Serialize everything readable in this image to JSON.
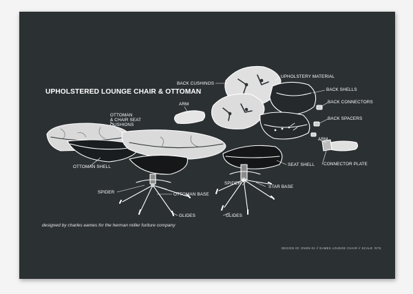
{
  "poster": {
    "title": "UPHOLSTERED LOUNGE CHAIR & OTTOMAN",
    "caption": "designed by charles eames for the herman miller furiture company",
    "footer": "DESIGN ID: ONXN-01 // EAMES LOUNGE CHAIR // SCALE: NTS"
  },
  "labels": {
    "back_cushions": "BACK CUSHINOS",
    "upholstery_material": "UPHOLSTERY MATERIAL",
    "back_shells": "BACK SHELLS",
    "back_connectors": "BACK CONNECTORS",
    "back_spacers": "BACK SPACERS",
    "arm_left": "ARM",
    "arm_right": "ARM",
    "ottoman_chair_cushions_1": "OTTOMAN",
    "ottoman_chair_cushions_2": "& CHAIR SEAT",
    "ottoman_chair_cushions_3": "CUSHIONS",
    "ottoman_shell": "OTTOMAN SHELL",
    "seat_shell": "SEAT SHELL",
    "connector_plate": "CONNECTOR PLATE",
    "spider_left": "SPIDER",
    "ottoman_base": "OTTOMAN BASE",
    "spider_right": "SPIDER",
    "star_base": "STAR BASE",
    "glides_left": "GLIDES",
    "glides_right": "GLIDES"
  },
  "colors": {
    "background": "#2b3033",
    "ink": "#ffffff",
    "page": "#f4f4f4"
  }
}
